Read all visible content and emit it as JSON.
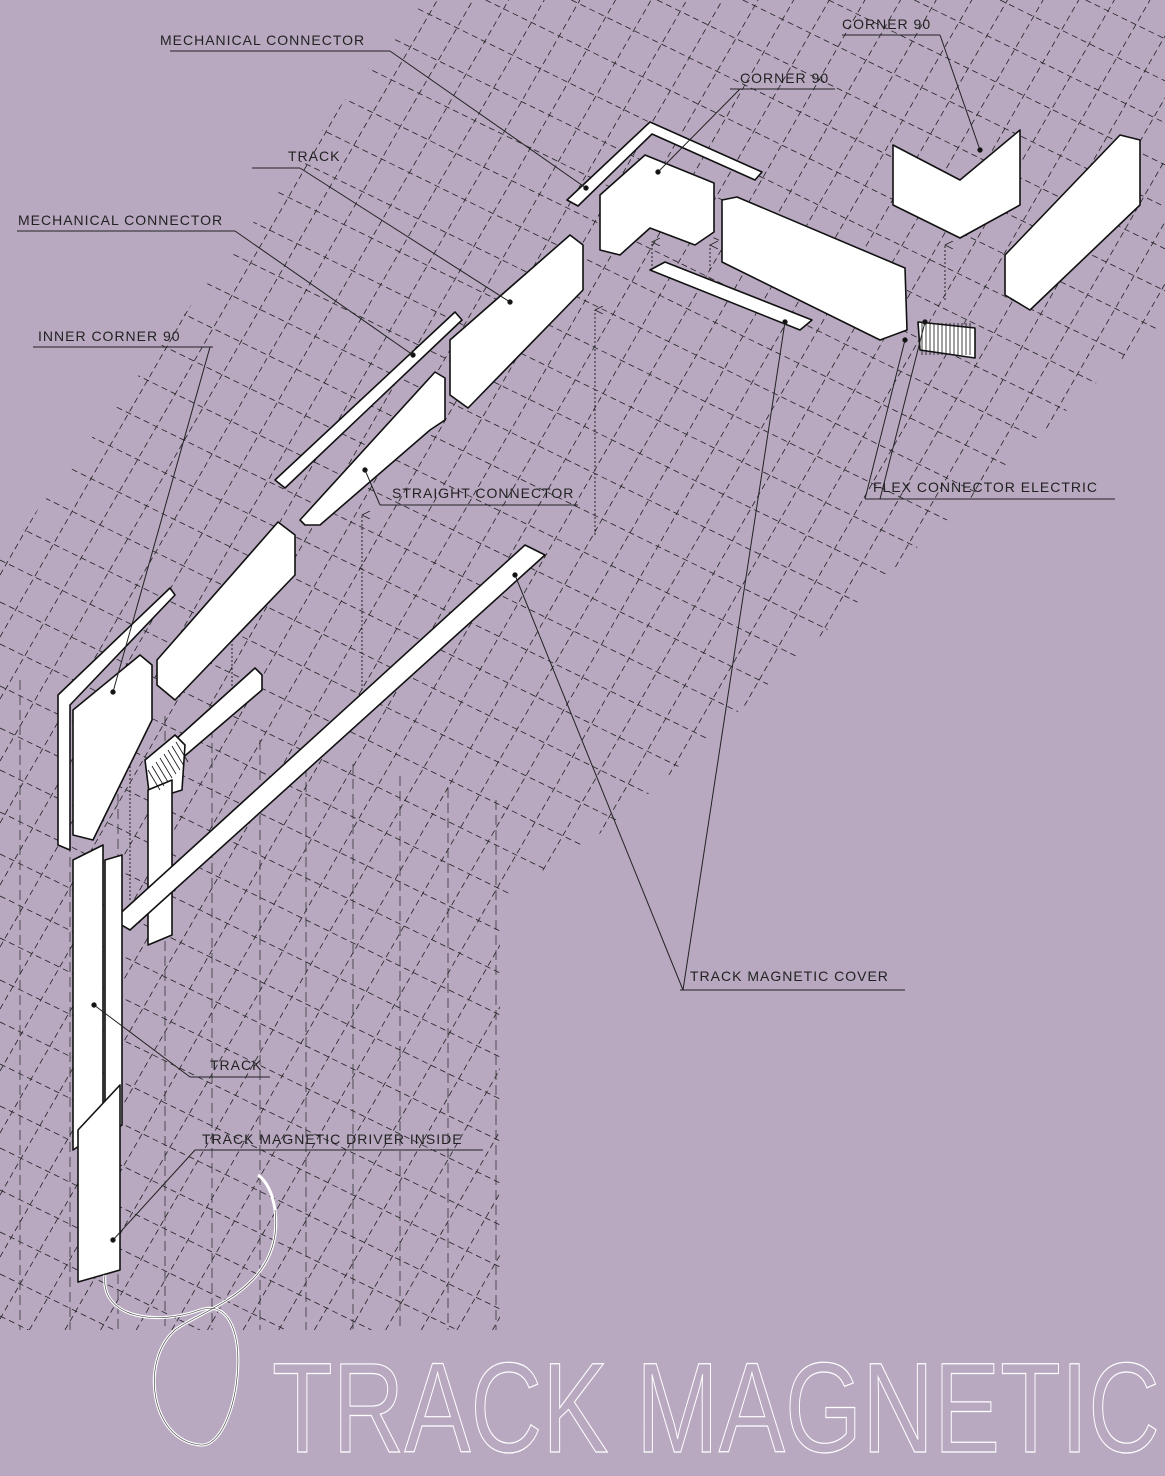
{
  "title": "TRACK MAGNETIC",
  "labels": {
    "mech_connector_top": "MECHANICAL CONNECTOR",
    "corner90_right": "CORNER 90",
    "corner90_mid": "CORNER 90",
    "track_top": "TRACK",
    "mech_connector_mid": "MECHANICAL CONNECTOR",
    "inner_corner": "INNER CORNER 90",
    "straight_connector": "STRAIGHT CONNECTOR",
    "flex_connector": "FLEX CONNECTOR ELECTRIC",
    "magnetic_cover": "TRACK MAGNETIC COVER",
    "track_bottom": "TRACK",
    "driver_inside": "TRACK MAGNETIC DRIVER INSIDE"
  },
  "colors": {
    "background": "#b8a9c1",
    "part_fill": "#ffffff",
    "line": "#1a1a1a"
  }
}
